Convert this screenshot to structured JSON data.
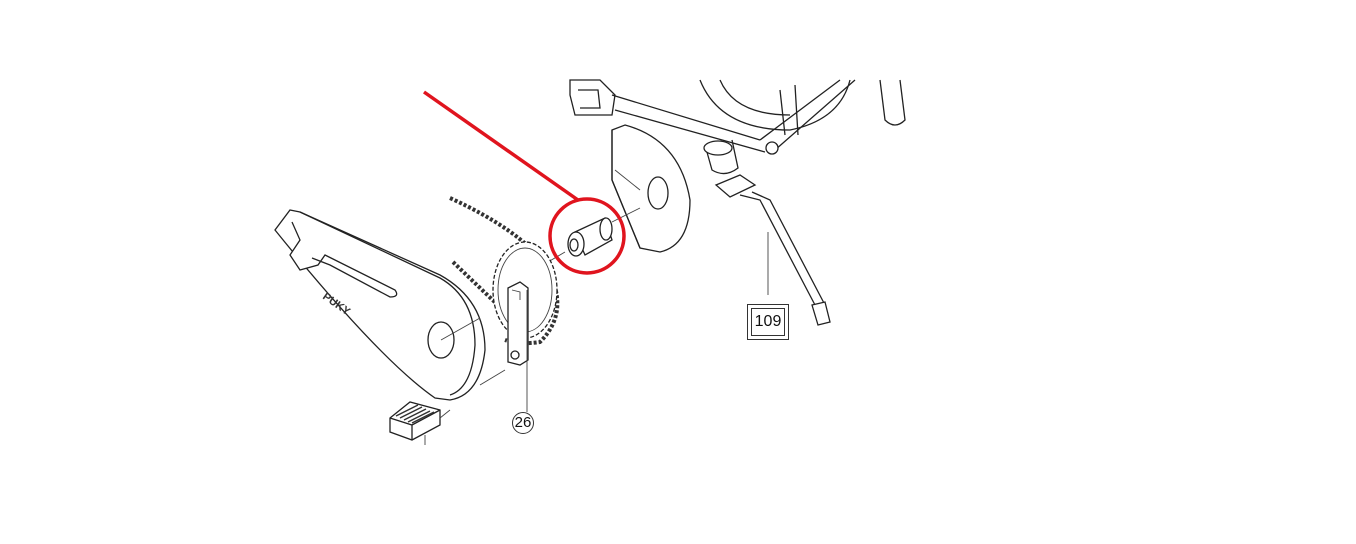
{
  "diagram": {
    "callouts": [
      {
        "label": "109",
        "shape": "square"
      },
      {
        "label": "26",
        "shape": "circle"
      }
    ],
    "brand_on_chain_guard": "PUKY",
    "highlight_color": "#e0141e"
  }
}
